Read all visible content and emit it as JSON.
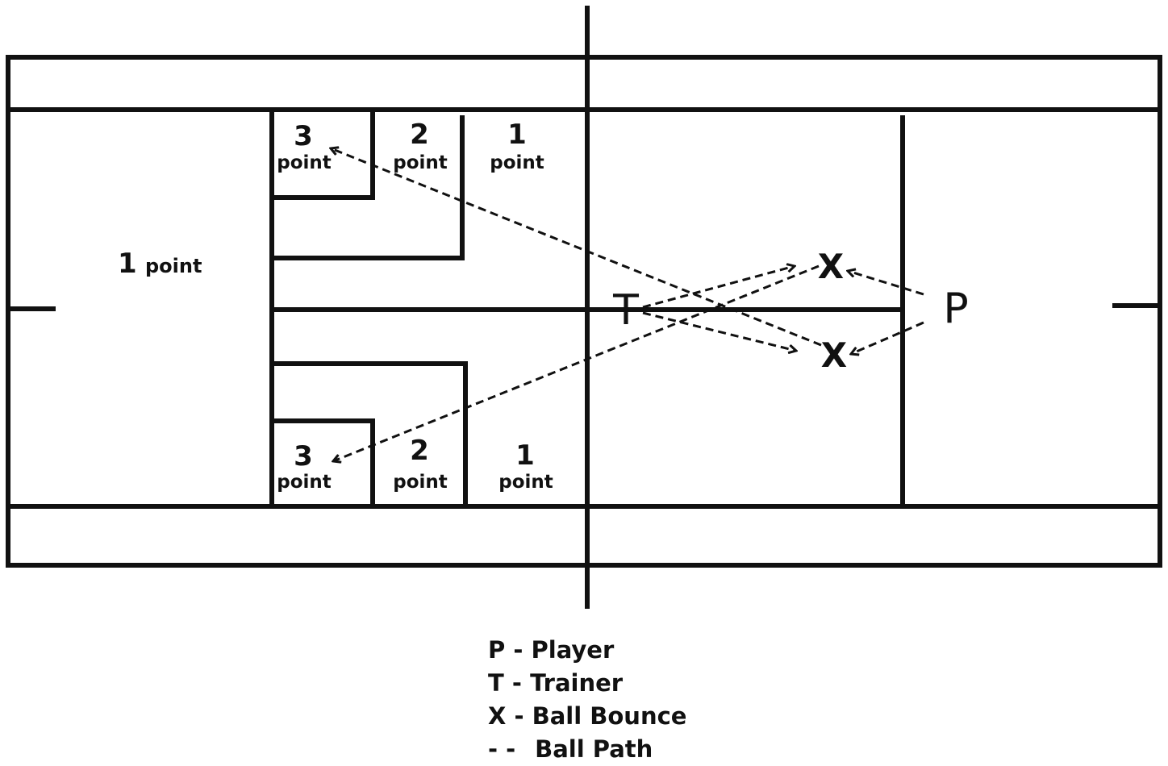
{
  "zones": {
    "left_back": {
      "number": "1",
      "word": "point"
    },
    "top": [
      {
        "number": "3",
        "word": "point"
      },
      {
        "number": "2",
        "word": "point"
      },
      {
        "number": "1",
        "word": "point"
      }
    ],
    "bottom": [
      {
        "number": "3",
        "word": "point"
      },
      {
        "number": "2",
        "word": "point"
      },
      {
        "number": "1",
        "word": "point"
      }
    ]
  },
  "markers": {
    "trainer": "T",
    "player": "P",
    "bounce": "X"
  },
  "legend": [
    {
      "key": "P",
      "sep": "-",
      "label": "Player"
    },
    {
      "key": "T",
      "sep": "-",
      "label": "Trainer"
    },
    {
      "key": "X",
      "sep": "-",
      "label": "Ball Bounce"
    },
    {
      "key": "- -",
      "sep": "",
      "label": "Ball Path"
    }
  ]
}
